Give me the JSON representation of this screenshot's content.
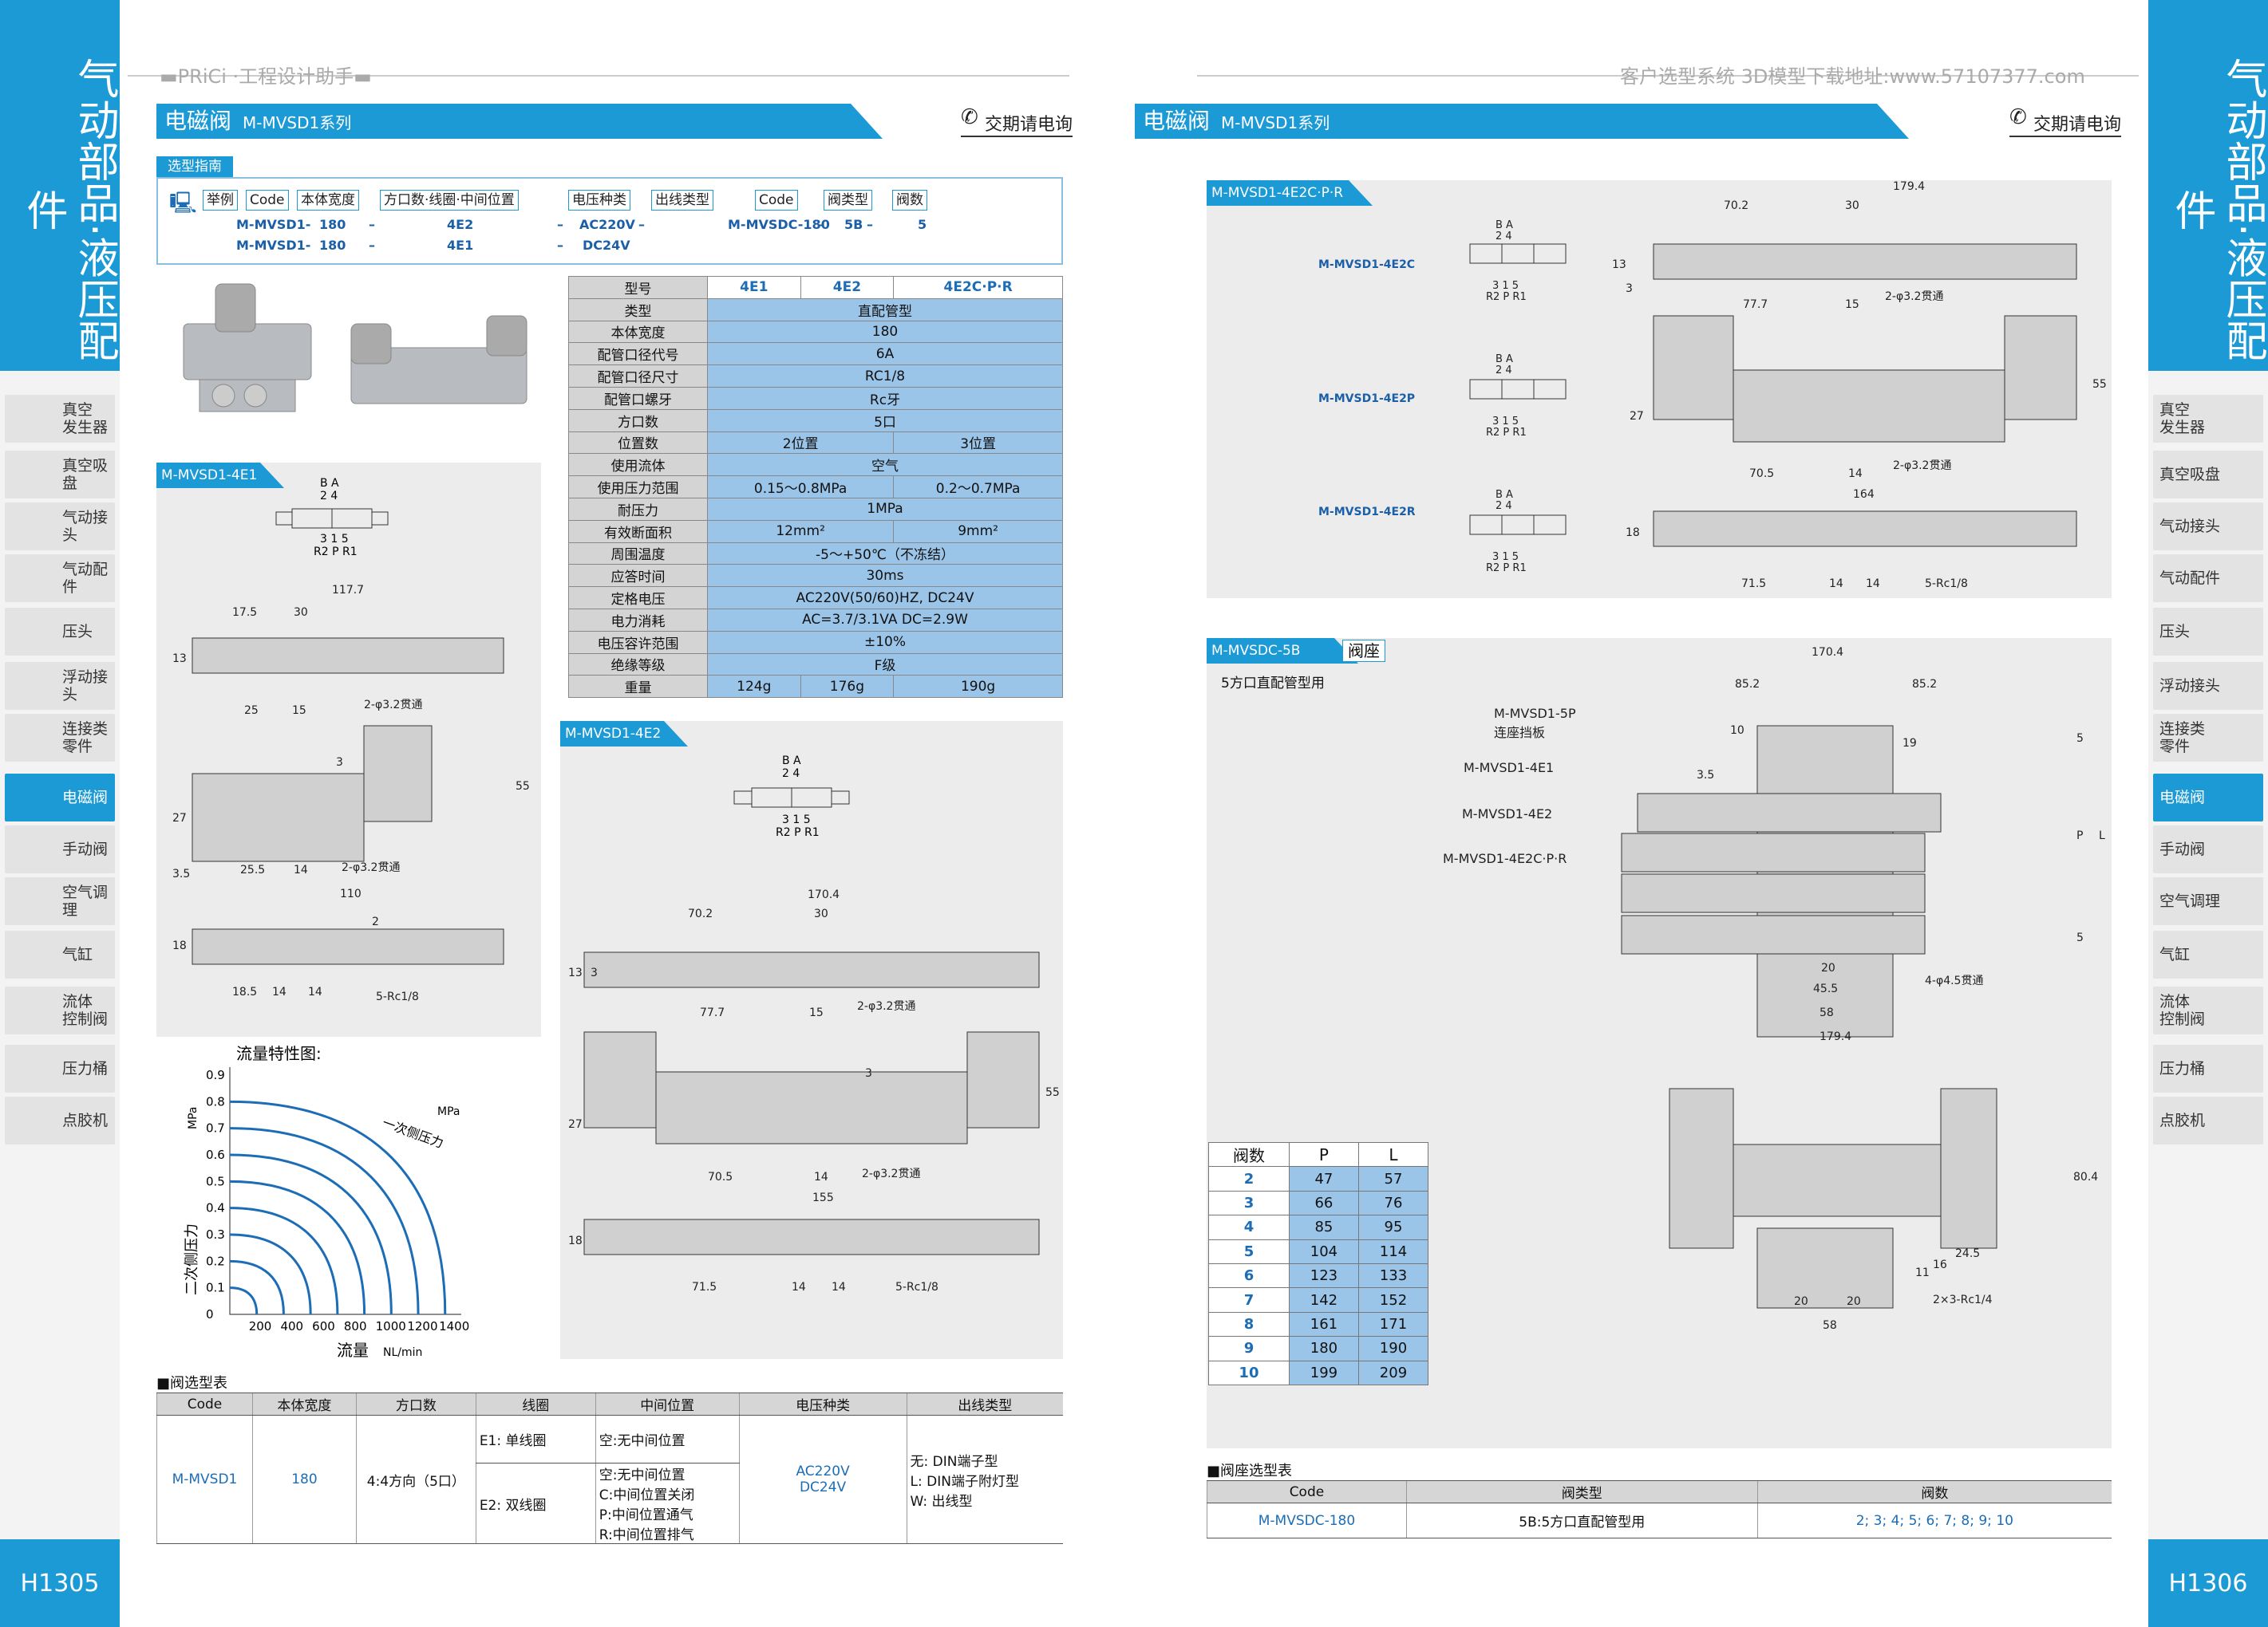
{
  "header": {
    "left_brand": "▬PRiCi ·工程设计助手▬",
    "right_brand": "客户选型系统 3D模型下载地址:www.57107377.com"
  },
  "side_title": "气动部品·液压配件",
  "nav_items": [
    "真空发生器",
    "真空吸盘",
    "气动接头",
    "气动配件",
    "压头",
    "浮动接头",
    "连接类零件",
    "电磁阀",
    "手动阀",
    "空气调理",
    "气缸",
    "流体控制阀",
    "压力桶",
    "点胶机"
  ],
  "nav_left": [
    "真空\n发生器",
    "真空吸盘",
    "气动接头",
    "气动配件",
    "压头",
    "浮动接头",
    "连接类\n零件",
    "电磁阀",
    "手动阀",
    "空气调理",
    "气缸",
    "流体\n控制阀",
    "压力桶",
    "点胶机"
  ],
  "page_left": "H1305",
  "page_right": "H1306",
  "left": {
    "title": "电磁阀",
    "subtitle": "M-MVSD1系列",
    "contact": "交期请电询",
    "guide": {
      "tab": "选型指南",
      "chips": [
        "举例",
        "Code",
        "本体宽度",
        "方口数·线圈·中间位置",
        "电压种类",
        "出线类型",
        "Code",
        "阀类型",
        "阀数"
      ],
      "row1": [
        "M-MVSD1-",
        "180",
        "–",
        "4E2",
        "–",
        "AC220V",
        "–",
        "M-MVSDC-180",
        "–",
        "5B",
        "–",
        "5"
      ],
      "row2": [
        "M-MVSD1-",
        "180",
        "–",
        "4E1",
        "–",
        "DC24V"
      ]
    },
    "spec": {
      "cols": [
        "型号",
        "4E1",
        "4E2",
        "4E2C·P·R"
      ],
      "rows": [
        [
          "类型",
          "直配管型"
        ],
        [
          "本体宽度",
          "180"
        ],
        [
          "配管口径代号",
          "6A"
        ],
        [
          "配管口径尺寸",
          "RC1/8"
        ],
        [
          "配管口螺牙",
          "Rc牙"
        ],
        [
          "方口数",
          "5口"
        ],
        [
          "位置数",
          "2位置",
          "3位置"
        ],
        [
          "使用流体",
          "空气"
        ],
        [
          "使用压力范围",
          "0.15～0.8MPa",
          "0.2～0.7MPa"
        ],
        [
          "耐压力",
          "1MPa"
        ],
        [
          "有效断面积",
          "12mm²",
          "9mm²"
        ],
        [
          "周围温度",
          "-5～+50℃（不冻结）"
        ],
        [
          "应答时间",
          "30ms"
        ],
        [
          "定格电压",
          "AC220V(50/60)HZ, DC24V"
        ],
        [
          "电力消耗",
          "AC=3.7/3.1VA  DC=2.9W"
        ],
        [
          "电压容许范围",
          "±10%"
        ],
        [
          "绝缘等级",
          "F级"
        ],
        [
          "重量",
          "124g",
          "176g",
          "190g"
        ]
      ]
    },
    "panel_4e1": {
      "tag": "M-MVSD1-4E1",
      "symbol_top": "B  A",
      "symbol_top2": "2  4",
      "symbol_bot": "3 1 5",
      "symbol_bot2": "R2 P R1",
      "dims": [
        "117.7",
        "17.5",
        "30",
        "13",
        "25",
        "15",
        "2-φ3.2贯通",
        "3",
        "55",
        "27",
        "3.5",
        "25.5",
        "14",
        "2-φ3.2贯通",
        "110",
        "2",
        "18",
        "18.5",
        "14",
        "14",
        "5-Rc1/8"
      ]
    },
    "panel_4e2": {
      "tag": "M-MVSD1-4E2",
      "symbol_top": "B  A",
      "symbol_top2": "2  4",
      "symbol_bot": "3 1 5",
      "symbol_bot2": "R2 P R1",
      "dims": [
        "170.4",
        "70.2",
        "30",
        "13",
        "3",
        "77.7",
        "15",
        "2-φ3.2贯通",
        "3",
        "55",
        "27",
        "70.5",
        "14",
        "2-φ3.2贯通",
        "155",
        "18",
        "71.5",
        "14",
        "14",
        "5-Rc1/8"
      ]
    },
    "flow_chart": {
      "title": "流量特性图:",
      "ylabel": "二次侧压力",
      "yunit": "MPa",
      "xlabel": "流量",
      "xunit": "NL/min",
      "legend": "一次侧压力",
      "legend_unit": "MPa"
    },
    "valve_table": {
      "title": "■阀选型表",
      "headers": [
        "Code",
        "本体宽度",
        "方口数",
        "线圈",
        "中间位置",
        "电压种类",
        "出线类型"
      ],
      "code": "M-MVSD1",
      "width": "180",
      "ports": "4:4方向（5口）",
      "coil1": "E1: 单线圈",
      "coil2": "E2: 双线圈",
      "mid1": "空:无中间位置",
      "mid2": [
        "空:无中间位置",
        "C:中间位置关闭",
        "P:中间位置通气",
        "R:中间位置排气"
      ],
      "voltage": [
        "AC220V",
        "DC24V"
      ],
      "wire": [
        "无: DIN端子型",
        "L: DIN端子附灯型",
        "W: 出线型"
      ]
    }
  },
  "right": {
    "title": "电磁阀",
    "subtitle": "M-MVSD1系列",
    "contact": "交期请电询",
    "panel_4e2c": {
      "tag": "M-MVSD1-4E2C·P·R",
      "labels": [
        "M-MVSD1-4E2C",
        "M-MVSD1-4E2P",
        "M-MVSD1-4E2R"
      ],
      "symbol_top": "B  A",
      "symbol_top2": "2  4",
      "symbol_bot": "3 1 5",
      "symbol_bot2": "R2 P R1",
      "dims": [
        "179.4",
        "70.2",
        "30",
        "13",
        "3",
        "77.7",
        "15",
        "2-φ3.2贯通",
        "55",
        "27",
        "70.5",
        "14",
        "2-φ3.2贯通",
        "164",
        "18",
        "71.5",
        "14",
        "14",
        "5-Rc1/8"
      ]
    },
    "panel_seat": {
      "tag": "M-MVSDC-5B",
      "tag2": "阀座",
      "desc": "5方口直配管型用",
      "labels": [
        "M-MVSD1-5P",
        "连座挡板",
        "M-MVSD1-4E1",
        "M-MVSD1-4E2",
        "M-MVSD1-4E2C·P·R"
      ],
      "dims": [
        "170.4",
        "85.2",
        "85.2",
        "10",
        "19",
        "3.5",
        "5",
        "P",
        "L",
        "5",
        "20",
        "45.5",
        "58",
        "179.4",
        "4-φ4.5贯通",
        "80.4",
        "11",
        "16",
        "24.5",
        "20",
        "20",
        "58",
        "2×3-Rc1/4"
      ]
    },
    "count_table": {
      "headers": [
        "阀数",
        "P",
        "L"
      ],
      "rows": [
        [
          "2",
          "47",
          "57"
        ],
        [
          "3",
          "66",
          "76"
        ],
        [
          "4",
          "85",
          "95"
        ],
        [
          "5",
          "104",
          "114"
        ],
        [
          "6",
          "123",
          "133"
        ],
        [
          "7",
          "142",
          "152"
        ],
        [
          "8",
          "161",
          "171"
        ],
        [
          "9",
          "180",
          "190"
        ],
        [
          "10",
          "199",
          "209"
        ]
      ]
    },
    "seat_table": {
      "title": "■阀座选型表",
      "headers": [
        "Code",
        "阀类型",
        "阀数"
      ],
      "row": [
        "M-MVSDC-180",
        "5B:5方口直配管型用",
        "2; 3; 4; 5; 6; 7; 8; 9; 10"
      ]
    }
  },
  "colors": {
    "accent": "#1c9ad6",
    "cell_blue": "#9ac4e8",
    "text_blue": "#1c6db5"
  }
}
